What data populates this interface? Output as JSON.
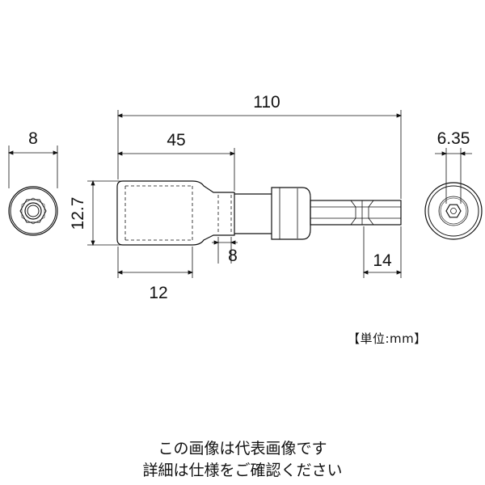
{
  "dimensions": {
    "overall_length": "110",
    "socket_length": "45",
    "socket_diameter": "12.7",
    "socket_end_length": "12",
    "neck_length": "8",
    "bit_length": "14",
    "hex_size": "8",
    "shank_size": "6.35"
  },
  "unit_label": "【単位:mm】",
  "notes": {
    "line1": "この画像は代表画像です",
    "line2": "詳細は仕様をご確認ください"
  }
}
